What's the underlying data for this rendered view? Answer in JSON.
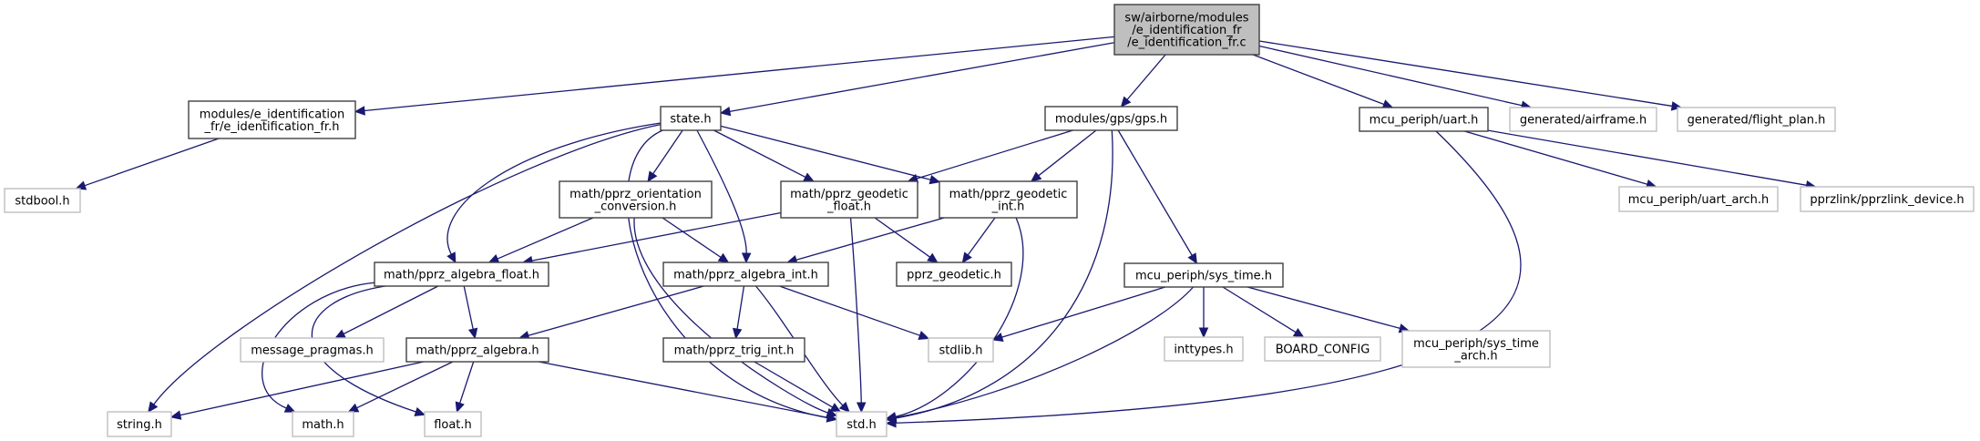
{
  "graph": {
    "title": "Include dependency graph for e_identification_fr.c",
    "colors": {
      "edge": "#191970",
      "root_fill": "#bfbfbf",
      "doc_border": "#404040",
      "ext_border": "#bfbfbf"
    },
    "nodes": [
      {
        "id": "root",
        "kind": "root",
        "lines": [
          "sw/airborne/modules",
          "/e_identification_fr",
          "/e_identification_fr.c"
        ]
      },
      {
        "id": "eid_h",
        "kind": "doc",
        "lines": [
          "modules/e_identification",
          "_fr/e_identification_fr.h"
        ]
      },
      {
        "id": "state",
        "kind": "doc",
        "lines": [
          "state.h"
        ]
      },
      {
        "id": "gps",
        "kind": "doc",
        "lines": [
          "modules/gps/gps.h"
        ]
      },
      {
        "id": "uart",
        "kind": "doc",
        "lines": [
          "mcu_periph/uart.h"
        ]
      },
      {
        "id": "airframe",
        "kind": "ext",
        "lines": [
          "generated/airframe.h"
        ]
      },
      {
        "id": "flight_plan",
        "kind": "ext",
        "lines": [
          "generated/flight_plan.h"
        ]
      },
      {
        "id": "stdbool",
        "kind": "ext",
        "lines": [
          "stdbool.h"
        ]
      },
      {
        "id": "orient",
        "kind": "doc",
        "lines": [
          "math/pprz_orientation",
          "_conversion.h"
        ]
      },
      {
        "id": "geo_float",
        "kind": "doc",
        "lines": [
          "math/pprz_geodetic",
          "_float.h"
        ]
      },
      {
        "id": "geo_int",
        "kind": "doc",
        "lines": [
          "math/pprz_geodetic",
          "_int.h"
        ]
      },
      {
        "id": "uart_arch",
        "kind": "ext",
        "lines": [
          "mcu_periph/uart_arch.h"
        ]
      },
      {
        "id": "pprzlink",
        "kind": "ext",
        "lines": [
          "pprzlink/pprzlink_device.h"
        ]
      },
      {
        "id": "alg_float",
        "kind": "doc",
        "lines": [
          "math/pprz_algebra_float.h"
        ]
      },
      {
        "id": "alg_int",
        "kind": "doc",
        "lines": [
          "math/pprz_algebra_int.h"
        ]
      },
      {
        "id": "geodetic",
        "kind": "doc",
        "lines": [
          "pprz_geodetic.h"
        ]
      },
      {
        "id": "sys_time",
        "kind": "doc",
        "lines": [
          "mcu_periph/sys_time.h"
        ]
      },
      {
        "id": "msg_pragmas",
        "kind": "ext",
        "lines": [
          "message_pragmas.h"
        ]
      },
      {
        "id": "algebra",
        "kind": "doc",
        "lines": [
          "math/pprz_algebra.h"
        ]
      },
      {
        "id": "trig_int",
        "kind": "doc",
        "lines": [
          "math/pprz_trig_int.h"
        ]
      },
      {
        "id": "stdlib",
        "kind": "ext",
        "lines": [
          "stdlib.h"
        ]
      },
      {
        "id": "inttypes",
        "kind": "ext",
        "lines": [
          "inttypes.h"
        ]
      },
      {
        "id": "board_config",
        "kind": "ext",
        "lines": [
          "BOARD_CONFIG"
        ]
      },
      {
        "id": "sys_time_arch",
        "kind": "ext",
        "lines": [
          "mcu_periph/sys_time",
          "_arch.h"
        ]
      },
      {
        "id": "string",
        "kind": "ext",
        "lines": [
          "string.h"
        ]
      },
      {
        "id": "math",
        "kind": "ext",
        "lines": [
          "math.h"
        ]
      },
      {
        "id": "float",
        "kind": "ext",
        "lines": [
          "float.h"
        ]
      },
      {
        "id": "std",
        "kind": "ext",
        "lines": [
          "std.h"
        ]
      }
    ],
    "edges": [
      [
        "root",
        "eid_h"
      ],
      [
        "root",
        "state"
      ],
      [
        "root",
        "gps"
      ],
      [
        "root",
        "uart"
      ],
      [
        "root",
        "airframe"
      ],
      [
        "root",
        "flight_plan"
      ],
      [
        "eid_h",
        "stdbool"
      ],
      [
        "state",
        "orient"
      ],
      [
        "state",
        "geo_float"
      ],
      [
        "state",
        "geo_int"
      ],
      [
        "state",
        "alg_float"
      ],
      [
        "state",
        "alg_int"
      ],
      [
        "state",
        "string"
      ],
      [
        "state",
        "std"
      ],
      [
        "gps",
        "geo_float"
      ],
      [
        "gps",
        "geo_int"
      ],
      [
        "gps",
        "sys_time"
      ],
      [
        "gps",
        "std"
      ],
      [
        "uart",
        "uart_arch"
      ],
      [
        "uart",
        "pprzlink"
      ],
      [
        "uart",
        "std"
      ],
      [
        "orient",
        "alg_float"
      ],
      [
        "orient",
        "alg_int"
      ],
      [
        "orient",
        "std"
      ],
      [
        "geo_float",
        "alg_float"
      ],
      [
        "geo_float",
        "geodetic"
      ],
      [
        "geo_float",
        "std"
      ],
      [
        "geo_int",
        "alg_int"
      ],
      [
        "geo_int",
        "geodetic"
      ],
      [
        "geo_int",
        "std"
      ],
      [
        "alg_float",
        "msg_pragmas"
      ],
      [
        "alg_float",
        "algebra"
      ],
      [
        "alg_float",
        "math"
      ],
      [
        "alg_float",
        "float"
      ],
      [
        "alg_int",
        "algebra"
      ],
      [
        "alg_int",
        "trig_int"
      ],
      [
        "alg_int",
        "stdlib"
      ],
      [
        "alg_int",
        "std"
      ],
      [
        "algebra",
        "string"
      ],
      [
        "algebra",
        "math"
      ],
      [
        "algebra",
        "float"
      ],
      [
        "algebra",
        "std"
      ],
      [
        "trig_int",
        "std"
      ],
      [
        "sys_time",
        "stdlib"
      ],
      [
        "sys_time",
        "inttypes"
      ],
      [
        "sys_time",
        "board_config"
      ],
      [
        "sys_time",
        "sys_time_arch"
      ],
      [
        "sys_time",
        "std"
      ]
    ]
  }
}
